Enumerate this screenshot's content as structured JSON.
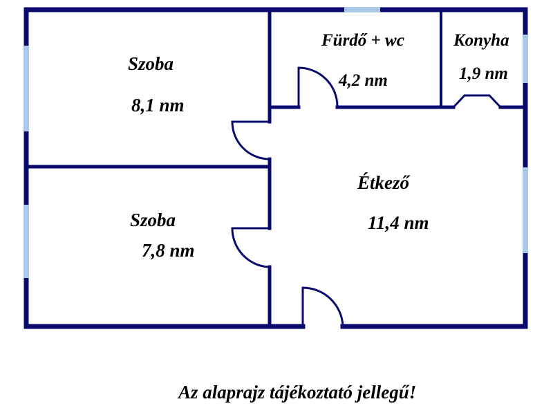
{
  "rooms": {
    "room1": {
      "name": "Szoba",
      "area": "8,1 nm"
    },
    "bath": {
      "name": "Fürdő + wc",
      "area": "4,2 nm"
    },
    "kitchen": {
      "name": "Konyha",
      "area": "1,9 nm"
    },
    "dining": {
      "name": "Étkező",
      "area": "11,4 nm"
    },
    "room2": {
      "name": "Szoba",
      "area": "7,8 nm"
    }
  },
  "disclaimer": "Az alaprajz tájékoztató jellegű!",
  "colors": {
    "wall": "#0a0a6e",
    "window": "#aac8e8",
    "text": "#000000",
    "background": "#ffffff"
  }
}
